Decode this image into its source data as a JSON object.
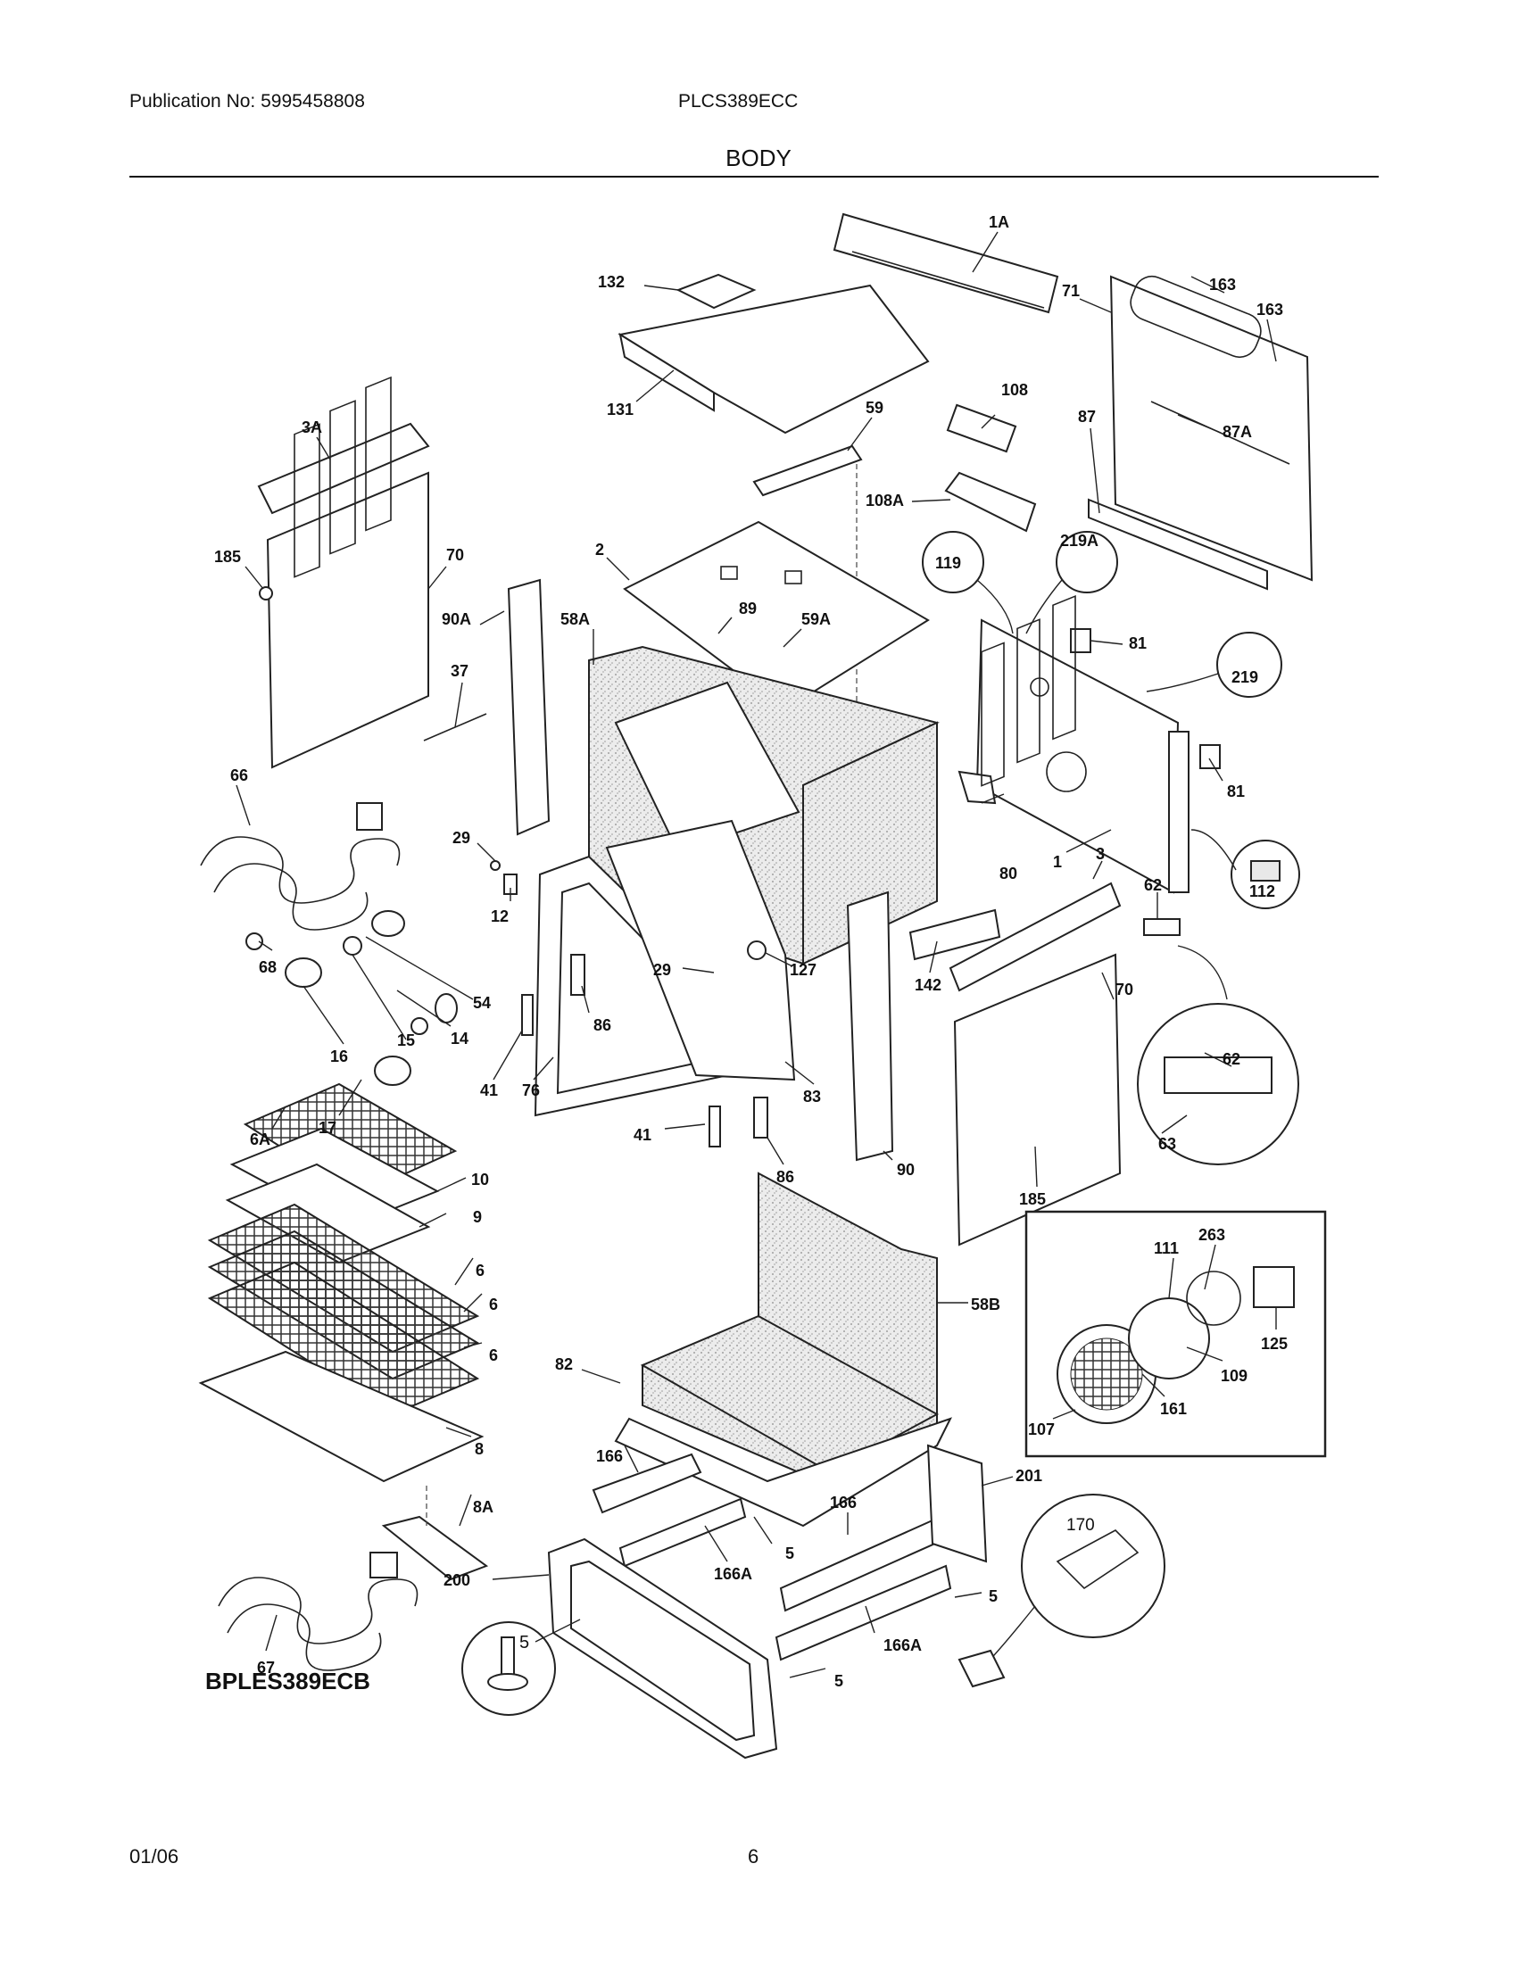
{
  "header": {
    "publication": "Publication No: 5995458808",
    "model": "PLCS389ECC",
    "section": "BODY"
  },
  "footer": {
    "date": "01/06",
    "page": "6"
  },
  "diagram": {
    "model_note": "BPLES389ECB",
    "labels": {
      "l1A": "1A",
      "l132": "132",
      "l163a": "163",
      "l163b": "163",
      "l71": "71",
      "l131": "131",
      "l59": "59",
      "l108": "108",
      "l87": "87",
      "l87A": "87A",
      "l3A": "3A",
      "l108A": "108A",
      "l2": "2",
      "l219A": "219A",
      "l119": "119",
      "l185a": "185",
      "l70a": "70",
      "l89": "89",
      "l58A": "58A",
      "l59A": "59A",
      "l90A": "90A",
      "l81a": "81",
      "l219": "219",
      "l37": "37",
      "l66": "66",
      "l81b": "81",
      "l29a": "29",
      "l80": "80",
      "l1": "1",
      "l112": "112",
      "l12": "12",
      "l3": "3",
      "l62a": "62",
      "l68": "68",
      "l29b": "29",
      "l127": "127",
      "l142": "142",
      "l54": "54",
      "l14": "14",
      "l15": "15",
      "l86a": "86",
      "l70b": "70",
      "l62b": "62",
      "l16": "16",
      "l41a": "41",
      "l76": "76",
      "l83": "83",
      "l17": "17",
      "l6A": "6A",
      "l41b": "41",
      "l86b": "86",
      "l63": "63",
      "l90": "90",
      "l10": "10",
      "l185b": "185",
      "l9": "9",
      "l263": "263",
      "l111": "111",
      "l6a": "6",
      "l58B": "58B",
      "l6b": "6",
      "l125": "125",
      "l109": "109",
      "l6c": "6",
      "l82": "82",
      "l161": "161",
      "l107": "107",
      "l8": "8",
      "l166a": "166",
      "l201": "201",
      "l8A": "8A",
      "l5a": "5",
      "l166b": "166",
      "l170": "170",
      "l166Aa": "166A",
      "l200": "200",
      "l5b": "5",
      "l5c": "5",
      "l67": "67",
      "l166Ab": "166A",
      "l5d": "5"
    },
    "icons": [
      "oven-body-exploded-view"
    ]
  }
}
